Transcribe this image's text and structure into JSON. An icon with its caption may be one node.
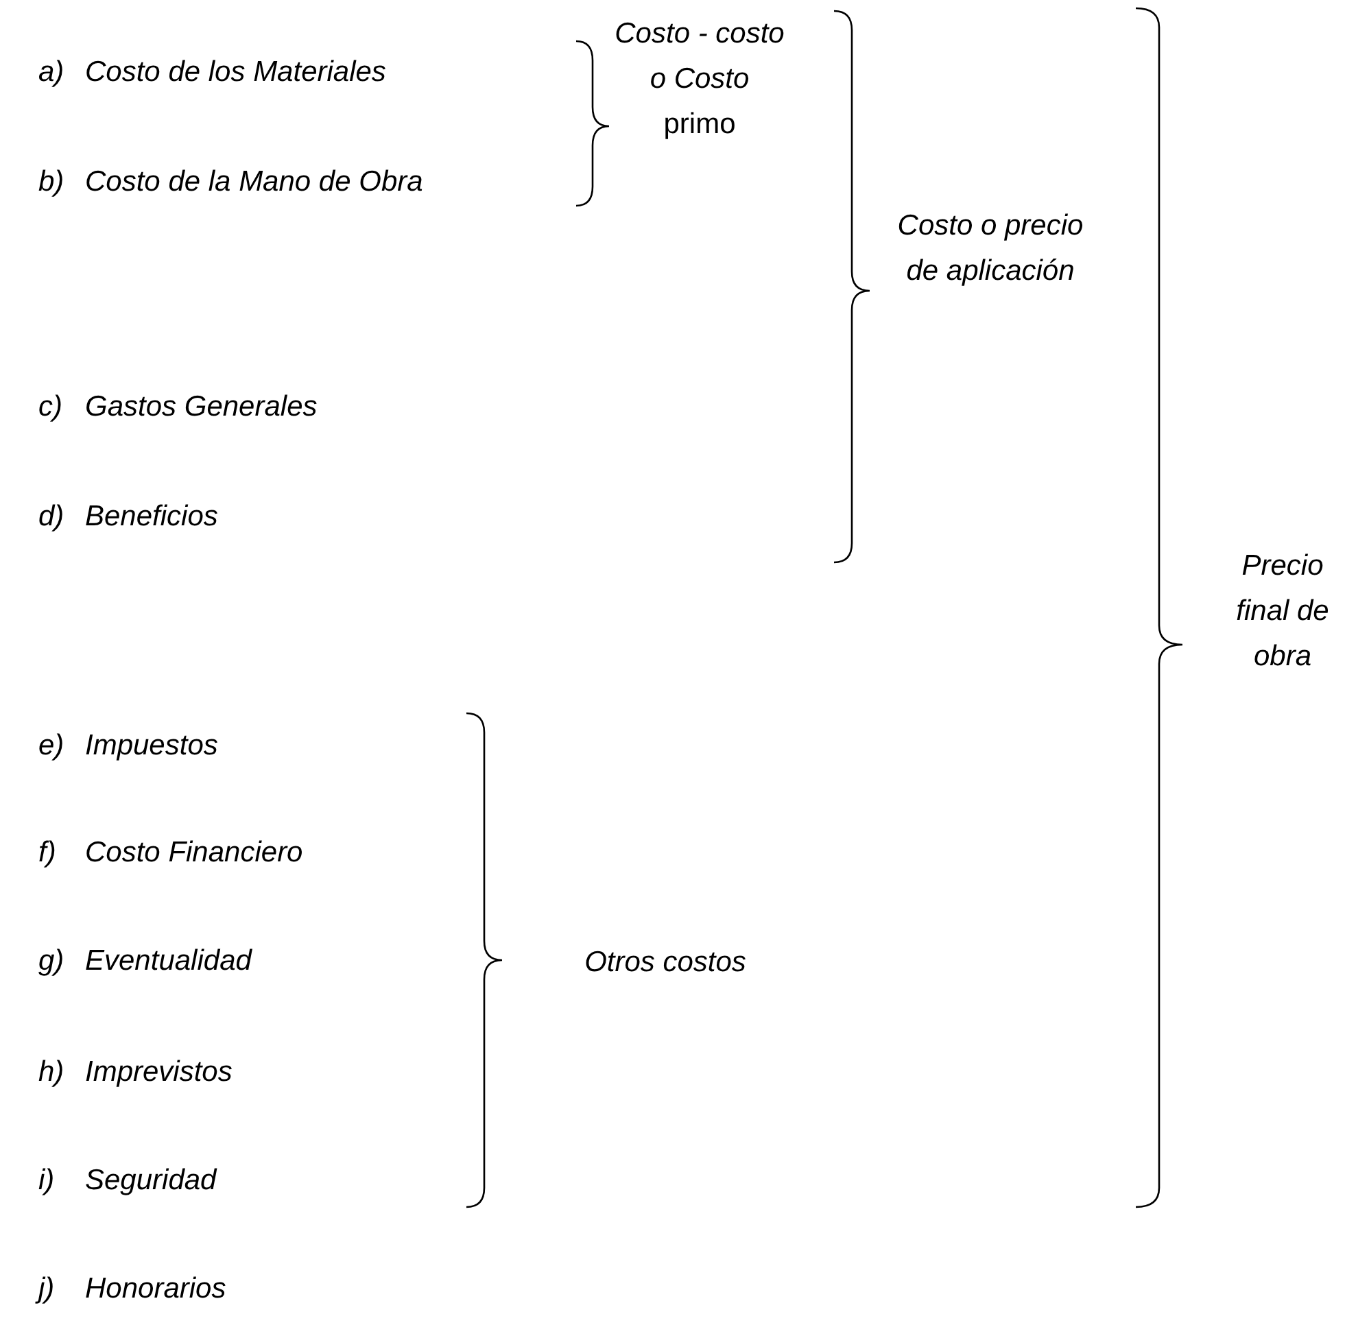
{
  "diagram": {
    "labels": [
      "a)",
      "Costo de los Materiales",
      "*Costo - costo o Costo* primo",
      "b)",
      "Costo de la Mano de Obra",
      "Costo o precio de aplicación",
      "c)",
      "Gastos Generales",
      "d)",
      "Beneficios",
      "Precio final de obra",
      "e)",
      "Impuestos",
      "f)",
      "Costo Financiero",
      "g)",
      "Eventualidad",
      "Otros costos",
      "h)",
      "Imprevistos",
      "i)",
      "Seguridad",
      "j)",
      "Honorarios"
    ]
  }
}
